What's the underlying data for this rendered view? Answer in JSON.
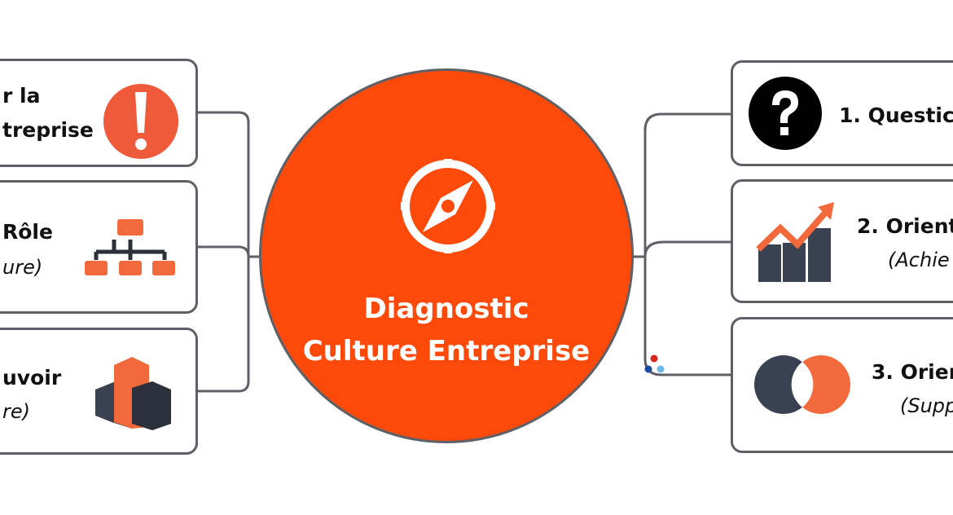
{
  "center": {
    "line1": "Diagnostic",
    "line2": "Culture Entreprise",
    "icon": "compass-icon"
  },
  "left_nodes": [
    {
      "line1": "r la",
      "line2": "treprise",
      "icon": "exclamation-icon"
    },
    {
      "line1": "Rôle",
      "line2": "ure)",
      "icon": "org-chart-icon"
    },
    {
      "line1": "uvoir",
      "line2": "re)",
      "icon": "blocks-icon"
    }
  ],
  "right_nodes": [
    {
      "line1": "1. Questic",
      "icon": "question-icon"
    },
    {
      "line1": "2. Orient",
      "line2": "(Achie",
      "icon": "growth-chart-icon"
    },
    {
      "line1": "3. Orien",
      "line2": "(Supp",
      "icon": "overlap-circles-icon"
    }
  ],
  "colors": {
    "accent": "#fd4a0b",
    "icon_orange": "#f26a3b",
    "dark": "#3a4150",
    "border": "#5f6065"
  }
}
